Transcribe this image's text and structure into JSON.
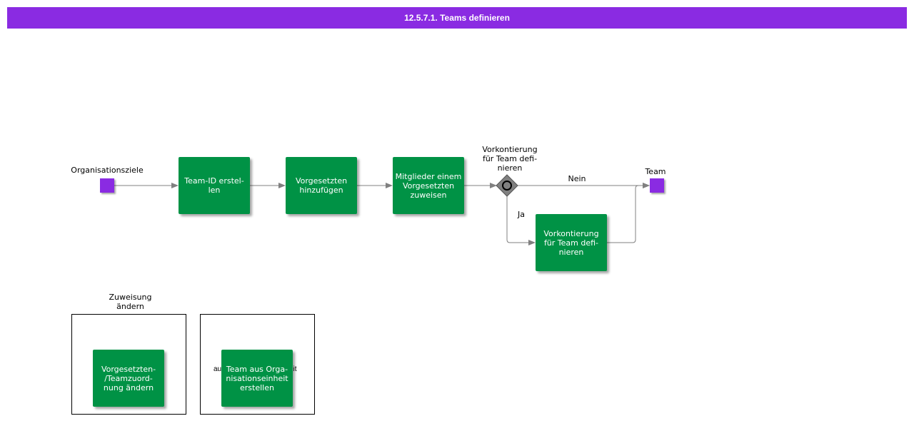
{
  "title": "12.5.7.1. Teams definieren",
  "events": {
    "start": "Organisationsziele",
    "end": "Team"
  },
  "tasks": {
    "t1": "Team-ID erstel-\nlen",
    "t2": "Vorgesetzten\nhinzufügen",
    "t3": "Mitglieder einem\nVorgesetzten\nzuweisen",
    "t4": "Vorkontierung\nfür Team defi-\nnieren"
  },
  "gateway": {
    "label": "Vorkontierung\nfür Team defi-\nnieren",
    "no_label": "Nein",
    "yes_label": "Ja"
  },
  "subprocesses": {
    "s1": {
      "caption": "Zuweisung\nändern",
      "task": "Vorgesetzten-\n/Teamzuord-\nnung ändern"
    },
    "s2": {
      "caption_partial_left": "au",
      "caption_partial_right": "eit",
      "task": "Team aus Orga-\nnisationseinheit\nerstellen"
    }
  },
  "colors": {
    "title_bar": "#8a2be2",
    "task": "#009245",
    "event": "#8a2be2",
    "gateway": "#808080",
    "connector": "#808080"
  }
}
